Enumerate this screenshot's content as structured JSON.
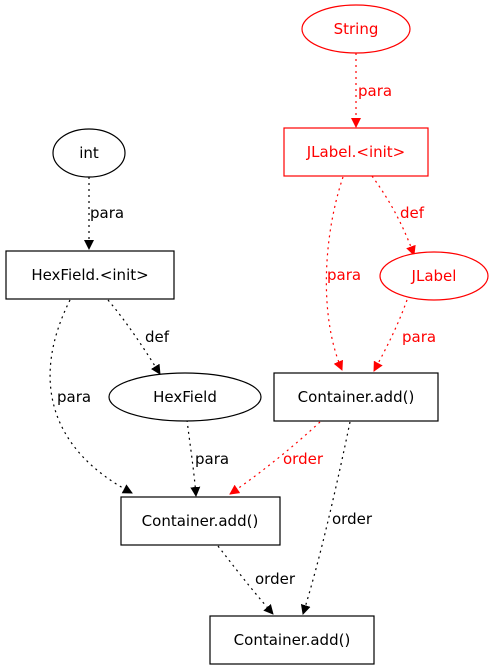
{
  "colors": {
    "black": "#000000",
    "red": "#ff0000"
  },
  "nodes": {
    "string": {
      "label": "String",
      "shape": "ellipse",
      "color": "red"
    },
    "jlabel_init": {
      "label": "JLabel.<init>",
      "shape": "box",
      "color": "red"
    },
    "int": {
      "label": "int",
      "shape": "ellipse",
      "color": "black"
    },
    "hexfield_init": {
      "label": "HexField.<init>",
      "shape": "box",
      "color": "black"
    },
    "jlabel": {
      "label": "JLabel",
      "shape": "ellipse",
      "color": "red"
    },
    "hexfield": {
      "label": "HexField",
      "shape": "ellipse",
      "color": "black"
    },
    "container_add_1": {
      "label": "Container.add()",
      "shape": "box",
      "color": "black"
    },
    "container_add_2": {
      "label": "Container.add()",
      "shape": "box",
      "color": "black"
    },
    "container_add_3": {
      "label": "Container.add()",
      "shape": "box",
      "color": "black"
    }
  },
  "edges": [
    {
      "id": "string-to-jlabel-init",
      "from": "String",
      "to": "JLabel.<init>",
      "label": "para",
      "color": "red"
    },
    {
      "id": "int-to-hexfield-init",
      "from": "int",
      "to": "HexField.<init>",
      "label": "para",
      "color": "black"
    },
    {
      "id": "jlabel-init-to-jlabel",
      "from": "JLabel.<init>",
      "to": "JLabel",
      "label": "def",
      "color": "red"
    },
    {
      "id": "jlabel-init-to-container-add-1",
      "from": "JLabel.<init>",
      "to": "Container.add()",
      "label": "para",
      "color": "red"
    },
    {
      "id": "jlabel-to-container-add-1",
      "from": "JLabel",
      "to": "Container.add()",
      "label": "para",
      "color": "red"
    },
    {
      "id": "hexfield-init-to-hexfield",
      "from": "HexField.<init>",
      "to": "HexField",
      "label": "def",
      "color": "black"
    },
    {
      "id": "hexfield-init-to-container-add-2",
      "from": "HexField.<init>",
      "to": "Container.add()",
      "label": "para",
      "color": "black"
    },
    {
      "id": "hexfield-to-container-add-2",
      "from": "HexField",
      "to": "Container.add()",
      "label": "para",
      "color": "black"
    },
    {
      "id": "container-add-1-to-container-add-2",
      "from": "Container.add()",
      "to": "Container.add()",
      "label": "order",
      "color": "red"
    },
    {
      "id": "container-add-1-to-container-add-3",
      "from": "Container.add()",
      "to": "Container.add()",
      "label": "order",
      "color": "black"
    },
    {
      "id": "container-add-2-to-container-add-3",
      "from": "Container.add()",
      "to": "Container.add()",
      "label": "order",
      "color": "black"
    }
  ]
}
